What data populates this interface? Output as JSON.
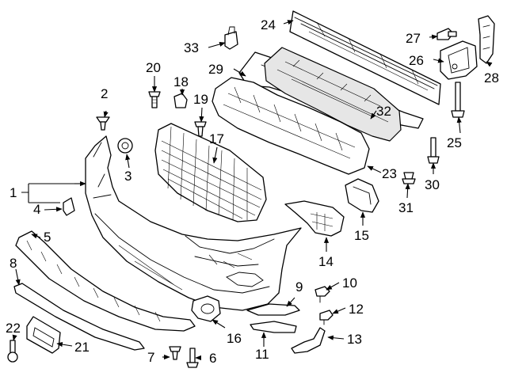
{
  "diagram": {
    "callouts": {
      "c1": "1",
      "c2": "2",
      "c3": "3",
      "c4": "4",
      "c5": "5",
      "c6": "6",
      "c7": "7",
      "c8": "8",
      "c9": "9",
      "c10": "10",
      "c11": "11",
      "c12": "12",
      "c13": "13",
      "c14": "14",
      "c15": "15",
      "c16": "16",
      "c17": "17",
      "c18": "18",
      "c19": "19",
      "c20": "20",
      "c21": "21",
      "c22": "22",
      "c23": "23",
      "c24": "24",
      "c25": "25",
      "c26": "26",
      "c27": "27",
      "c28": "28",
      "c29": "29",
      "c30": "30",
      "c31": "31",
      "c32": "32",
      "c33": "33"
    },
    "colors": {
      "line": "#000000",
      "background": "#ffffff",
      "shade": "#e6e6e6"
    }
  }
}
